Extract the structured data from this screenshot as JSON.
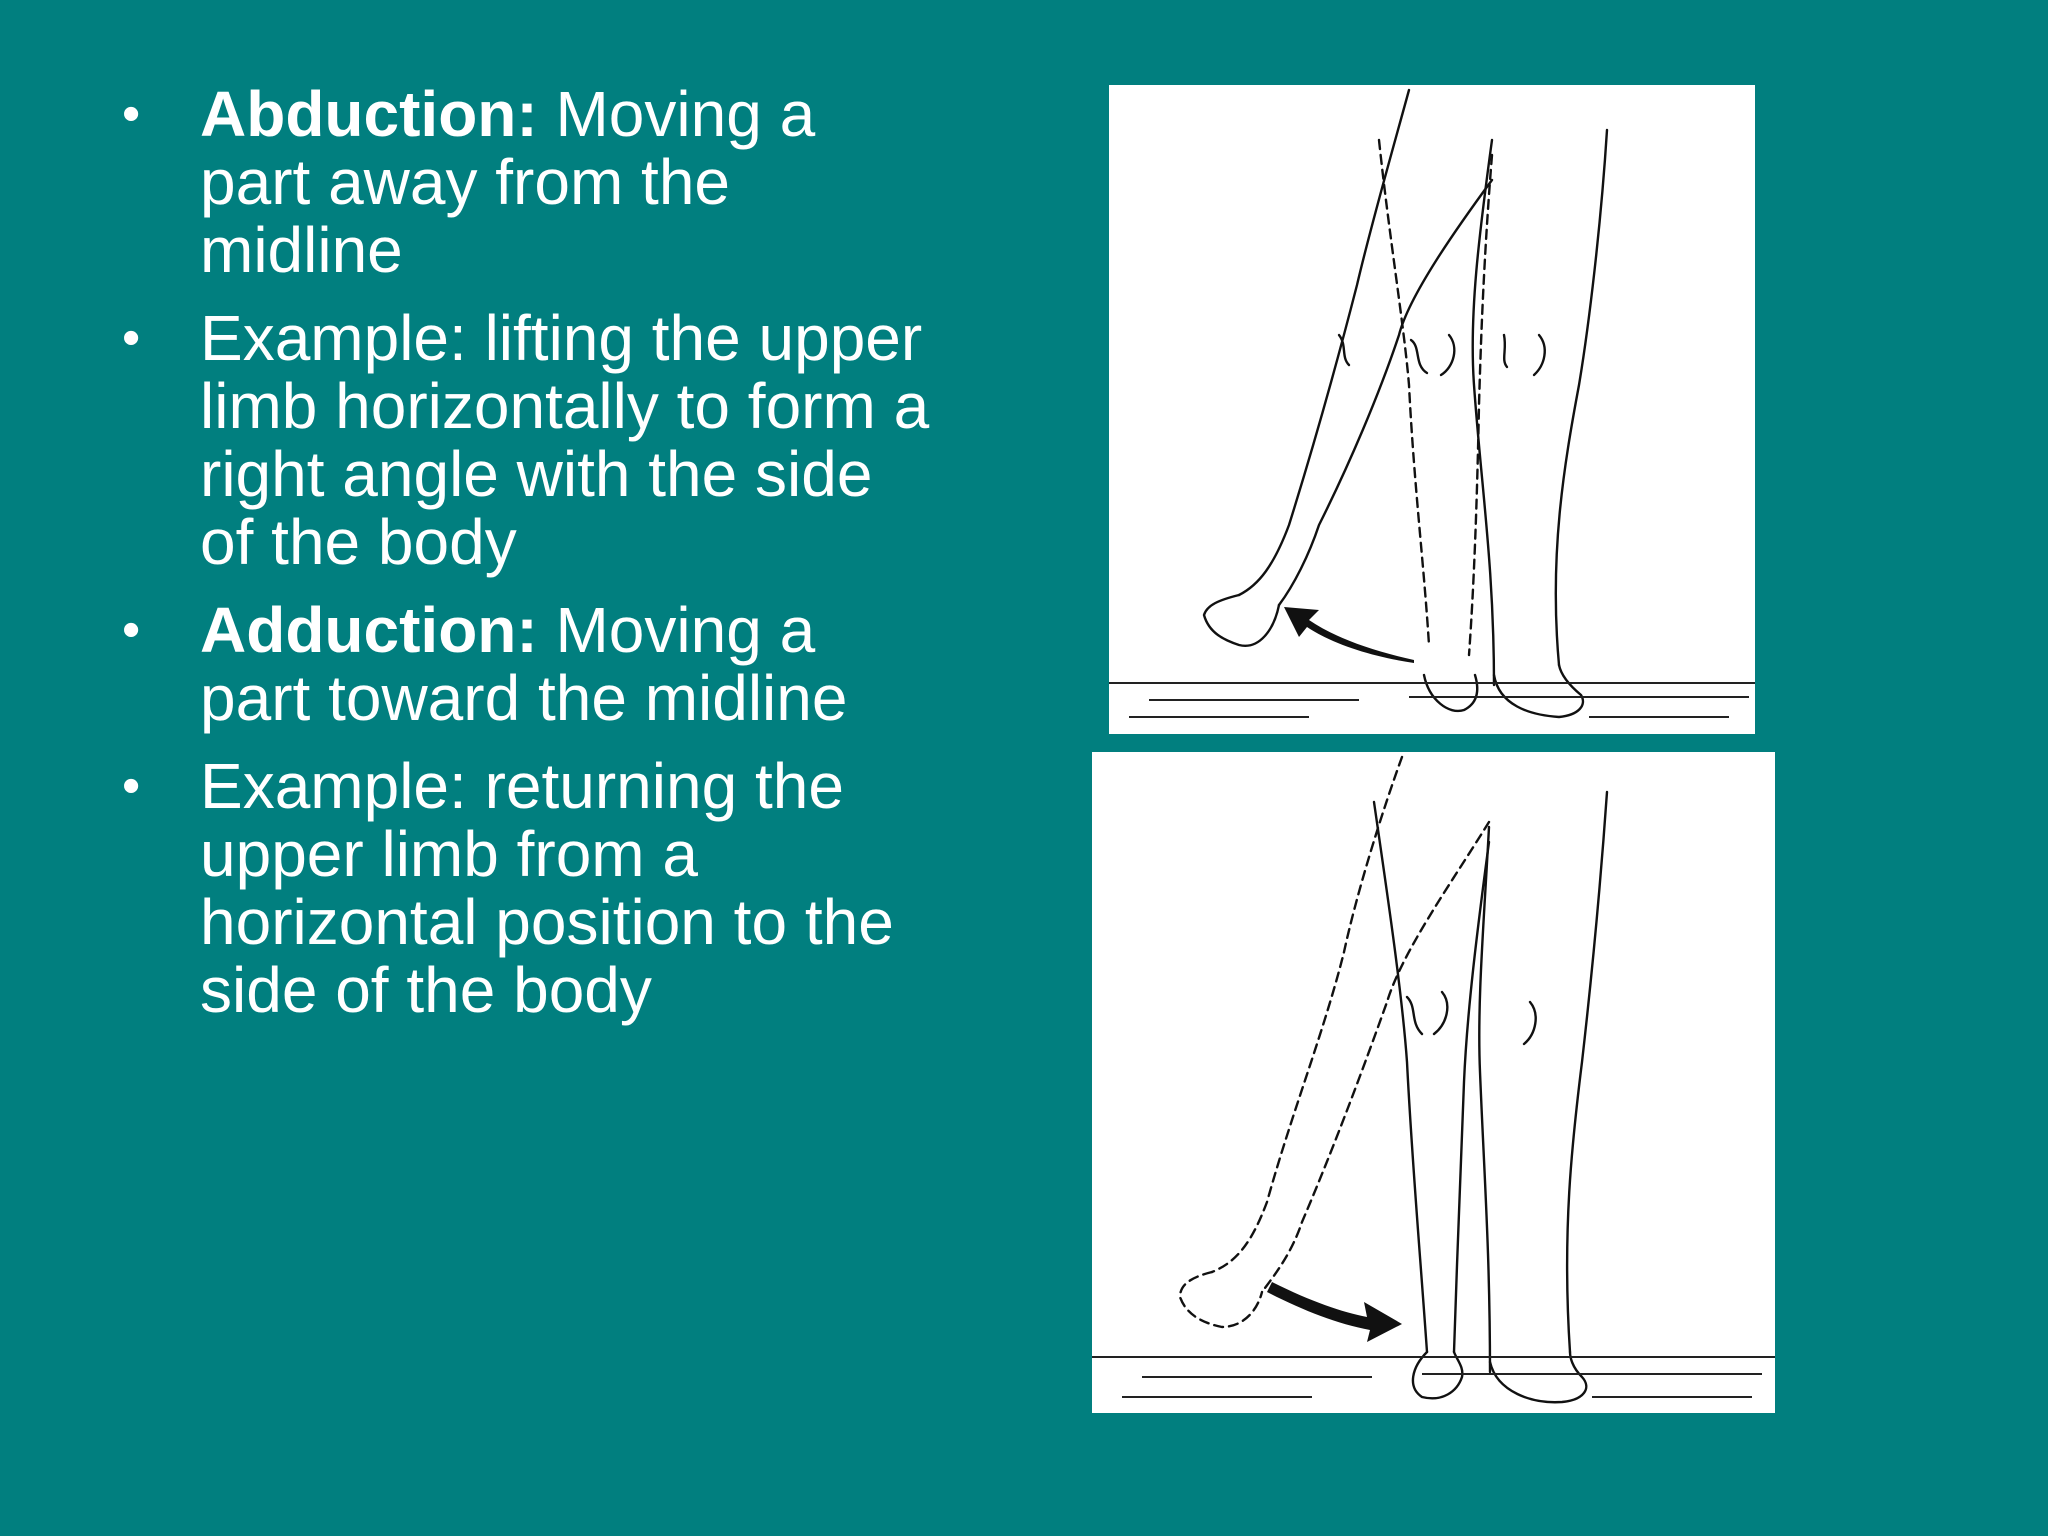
{
  "bullets": [
    {
      "term": "Abduction:",
      "text": " Moving a part away from the midline"
    },
    {
      "term": "",
      "text": "Example: lifting the upper limb horizontally to form a right angle with the side of the body"
    },
    {
      "term": "Adduction:",
      "text": " Moving a part toward the midline"
    },
    {
      "term": "",
      "text": "Example: returning the upper limb from a horizontal position to the side of the body"
    }
  ],
  "bullet_symbol": "•",
  "colors": {
    "background": "#017f7f",
    "text": "#ffffff",
    "figure_background": "#ffffff"
  },
  "figures": [
    {
      "name": "abduction-illustration",
      "arrow_direction": "away-from-midline"
    },
    {
      "name": "adduction-illustration",
      "arrow_direction": "toward-midline"
    }
  ]
}
